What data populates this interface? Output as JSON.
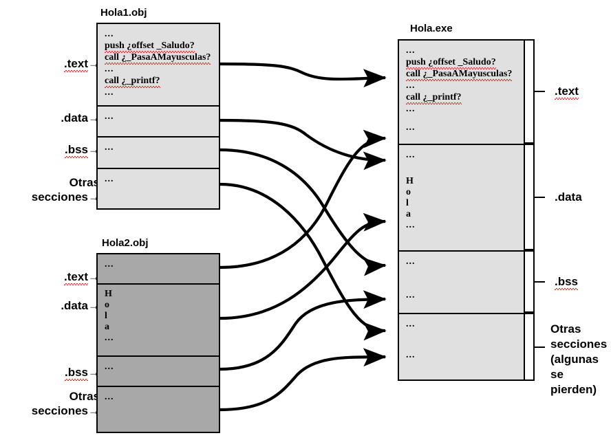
{
  "diagram": {
    "title_obj1": "Hola1.obj",
    "title_obj2": "Hola2.obj",
    "title_exe": "Hola.exe"
  },
  "code": {
    "dots": "...",
    "push_line": "push ¿offset _Saludo?",
    "call_mayusculas": "call ¿_PasaAMayusculas?",
    "call_printf": "call  ¿_printf?",
    "h": "H",
    "o": "o",
    "l": "l",
    "a": "a"
  },
  "obj1": {
    "sections": [
      {
        "name": "text",
        "lines": [
          "...",
          "push ¿offset _Saludo?",
          "call ¿_PasaAMayusculas?",
          "...",
          "call  ¿_printf?",
          "..."
        ]
      },
      {
        "name": "data",
        "lines": [
          "..."
        ]
      },
      {
        "name": "bss",
        "lines": [
          "..."
        ]
      },
      {
        "name": "otras",
        "lines": [
          "..."
        ]
      }
    ]
  },
  "obj2": {
    "sections": [
      {
        "name": "text",
        "lines": [
          "..."
        ]
      },
      {
        "name": "data",
        "lines": [
          "H",
          "o",
          "l",
          "a",
          "..."
        ]
      },
      {
        "name": "bss",
        "lines": [
          "..."
        ]
      },
      {
        "name": "otras",
        "lines": [
          "..."
        ]
      }
    ]
  },
  "exe": {
    "sections": [
      {
        "name": "text",
        "lines": [
          "...",
          "push ¿offset _Saludo?",
          "call ¿_PasaAMayusculas?",
          "...",
          "call  ¿_printf?",
          "...",
          "..."
        ]
      },
      {
        "name": "data",
        "lines": [
          "...",
          "H",
          "o",
          "l",
          "a",
          "..."
        ]
      },
      {
        "name": "bss",
        "lines": [
          "...",
          "..."
        ]
      },
      {
        "name": "otras",
        "lines": [
          "...",
          "..."
        ]
      }
    ]
  },
  "left_labels_obj1": [
    {
      "text": ".text",
      "arrow": "→",
      "spell": true
    },
    {
      "text": ".data",
      "arrow": "→",
      "spell": false
    },
    {
      "text": ".bss",
      "arrow": "→",
      "spell": true
    },
    {
      "text": "Otras",
      "text2": "secciones",
      "arrow": "→",
      "spell": false
    }
  ],
  "left_labels_obj2": [
    {
      "text": ".text",
      "arrow": "→",
      "spell": true
    },
    {
      "text": ".data",
      "arrow": "→",
      "spell": false
    },
    {
      "text": ".bss",
      "arrow": "→",
      "spell": true
    },
    {
      "text": "Otras",
      "text2": "secciones",
      "arrow": "→",
      "spell": false
    }
  ],
  "right_labels": [
    {
      "text": ".text",
      "spell": true
    },
    {
      "text": ".data",
      "spell": false
    },
    {
      "text": ".bss",
      "spell": true
    },
    {
      "line1": "Otras",
      "line2": "secciones",
      "line3": "(algunas",
      "line4": " se",
      "line5": "pierden)"
    }
  ],
  "colors": {
    "obj1_fill": "#e0e0e0",
    "obj2_fill": "#a8a8a8",
    "exe_fill": "#e0e0e0",
    "stroke": "#000000",
    "spell_underline": "#e03030"
  }
}
